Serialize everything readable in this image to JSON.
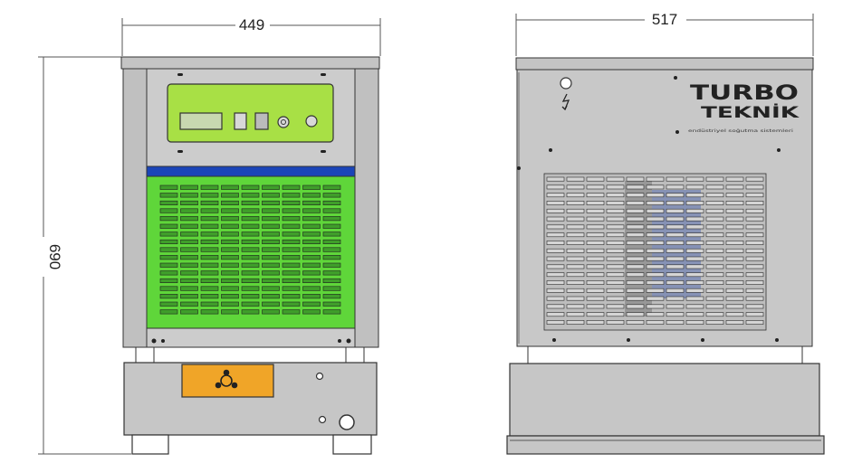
{
  "drawing": {
    "front_view": {
      "width_label": "449",
      "height_label": "690",
      "colors": {
        "body": "#c8c8c8",
        "control_panel": "#a8e045",
        "grille": "#5fd63a",
        "blue_strip": "#1a45b8",
        "nameplate": "#f0a528"
      }
    },
    "side_view": {
      "width_label": "517",
      "logo_line1": "TURBO",
      "logo_line2": "TEKNİK",
      "logo_tagline": "endüstriyel soğutma sistemleri",
      "colors": {
        "body": "#c8c8c8"
      }
    },
    "icons": [
      "warning-electric-icon",
      "fan-symbol-icon"
    ]
  }
}
